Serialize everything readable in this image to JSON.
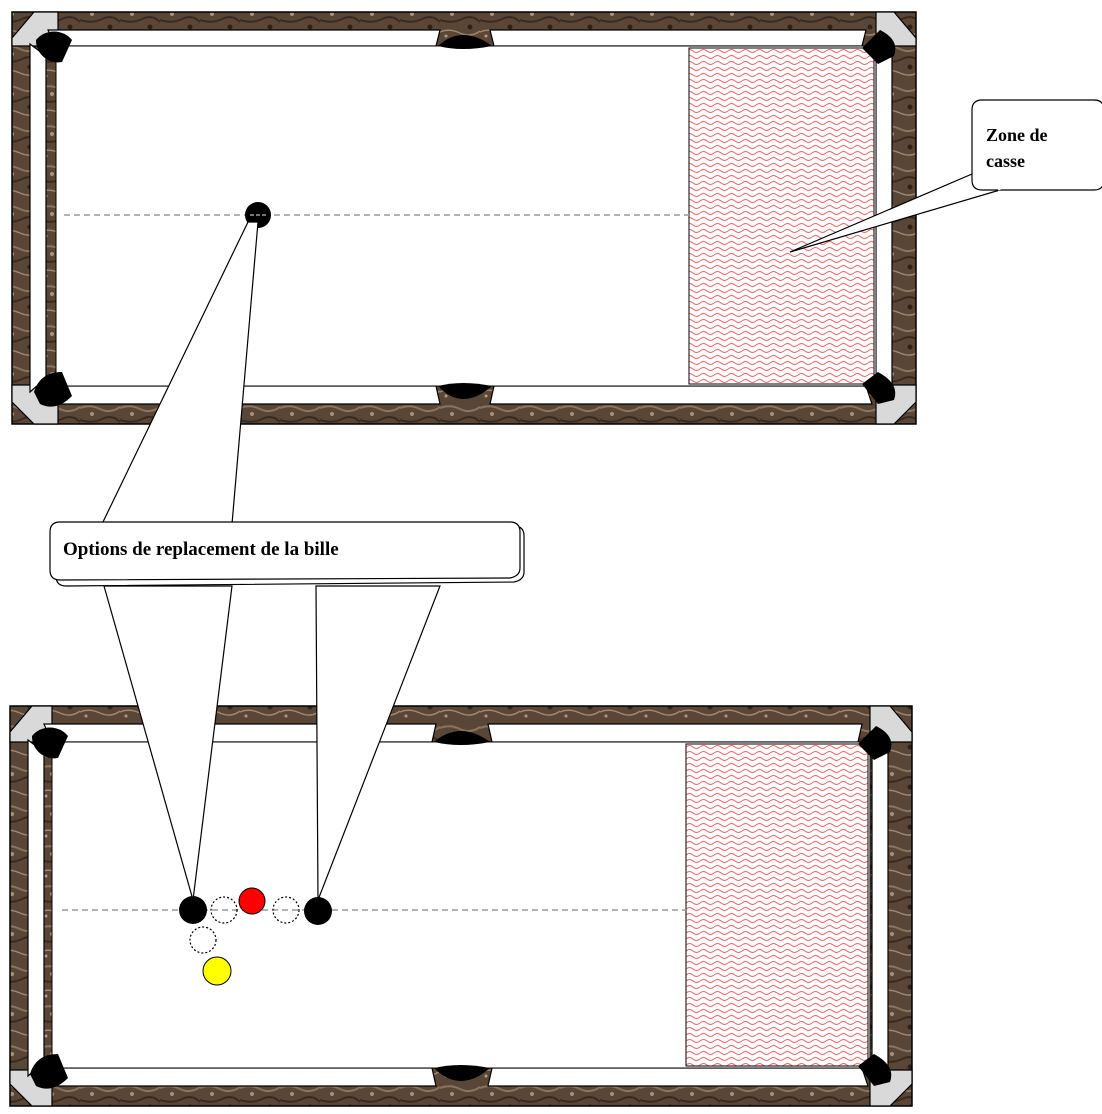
{
  "labels": {
    "break_zone_callout": "Zone de casse",
    "break_zone_line1": "Zone de",
    "break_zone_line2": "casse",
    "replacement_options": "Options de replacement de la bille"
  },
  "tables": [
    {
      "name": "top-table",
      "balls": [
        {
          "name": "black-ball",
          "color": "#000000"
        }
      ]
    },
    {
      "name": "bottom-table",
      "balls": [
        {
          "name": "black-ball-left",
          "color": "#000000"
        },
        {
          "name": "red-ball",
          "color": "#ff0000"
        },
        {
          "name": "black-ball-right",
          "color": "#000000"
        },
        {
          "name": "yellow-ball",
          "color": "#ffff00"
        }
      ],
      "ghost_positions": 3
    }
  ],
  "colors": {
    "rail_wood": "#5a4636",
    "cushion": "#ffffff",
    "pocket": "#000000",
    "corner_cap": "#d9d9d9",
    "break_zone_pattern": "#ff5a5a",
    "center_line": "#9a9a9a"
  }
}
